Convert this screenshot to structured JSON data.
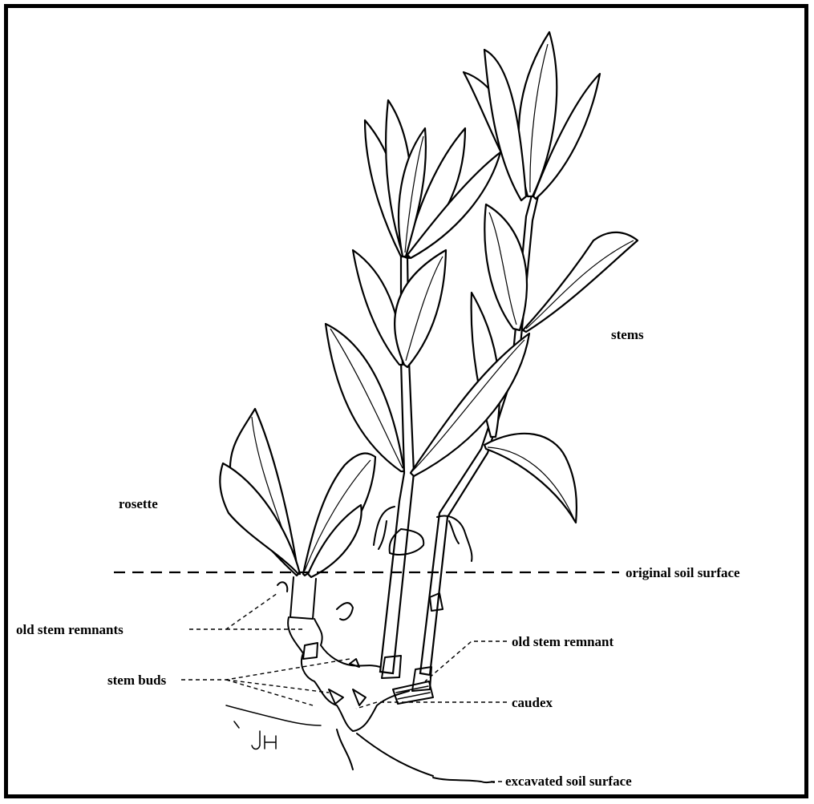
{
  "labels": {
    "stems": "stems",
    "rosette": "rosette",
    "original_soil_surface": "original soil surface",
    "old_stem_remnants": "old stem remnants",
    "stem_buds": "stem buds",
    "old_stem_remnant": "old stem remnant",
    "caudex": "caudex",
    "excavated_soil_surface": "excavated soil surface"
  },
  "signature": "JH",
  "colors": {
    "ink": "#000000",
    "paper": "#ffffff"
  }
}
